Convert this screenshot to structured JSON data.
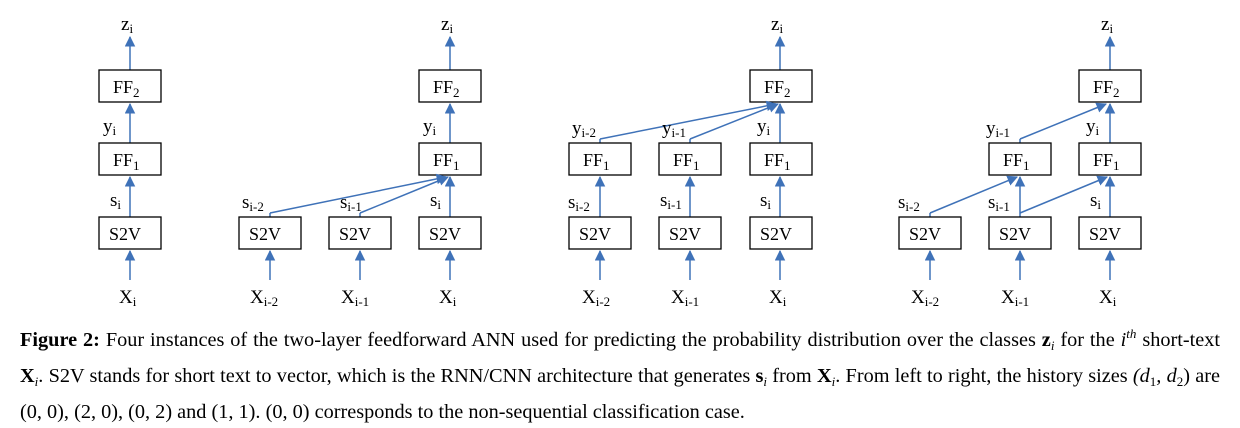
{
  "diagram": {
    "node_labels": {
      "z": "z",
      "z_sub": "i",
      "ff1": "FF",
      "ff1_sub": "1",
      "ff2": "FF",
      "ff2_sub": "2",
      "s2v": "S2V",
      "y": "y",
      "s": "s",
      "x": "X",
      "sub_i": "i",
      "sub_i1": "i-1",
      "sub_i2": "i-2"
    }
  },
  "caption": {
    "figure_label": "Figure 2:",
    "part1": "Four instances of the two-layer feedforward ANN used for predicting the probability distribution over the classes",
    "z_sym": "z",
    "z_sub": "i",
    "part2": "for the",
    "ith_i": "i",
    "ith_sup": "th",
    "part3": "short-text",
    "X_sym": "X",
    "X_sub": "i",
    "part4": ". S2V stands for short text to vector, which is the RNN/CNN architecture that generates",
    "s_sym": "s",
    "s_sub": "i",
    "part5": "from",
    "X2_sym": "X",
    "X2_sub": "i",
    "part6": ". From left to right, the history sizes",
    "d_tuple": "(d",
    "d1_sub": "1",
    "d_mid": ", d",
    "d2_sub": "2",
    "d_end": ")",
    "part7": "are (0, 0), (2, 0), (0, 2) and (1, 1). (0, 0) corresponds to the non-sequential classification case."
  }
}
